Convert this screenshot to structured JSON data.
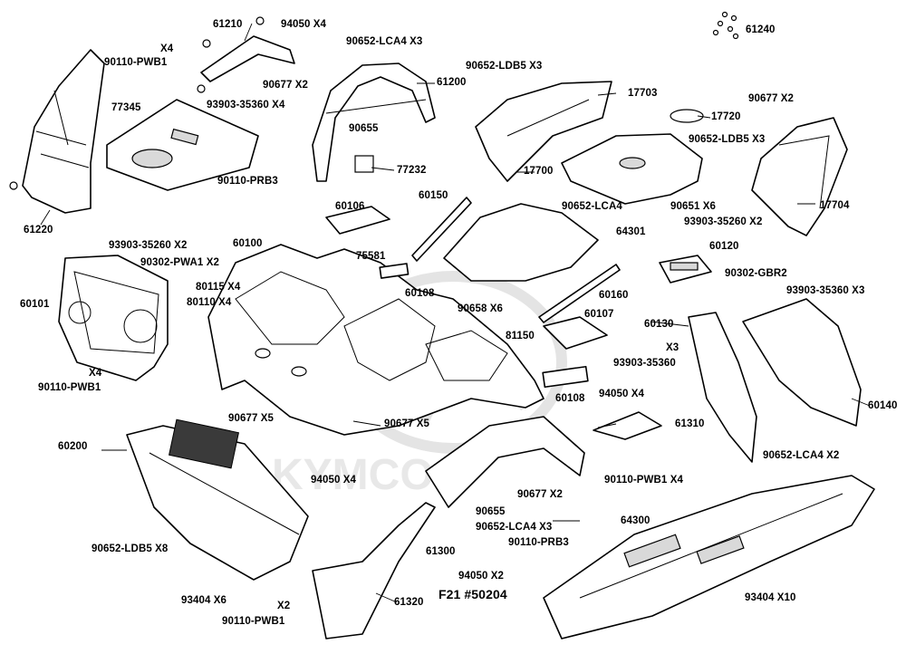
{
  "diagram": {
    "figure_code": "F21 #50204",
    "watermark": "KYMCO",
    "labels": [
      {
        "id": "l61210",
        "text": "61210"
      },
      {
        "id": "l94050a",
        "text": "94050 X4"
      },
      {
        "id": "l61240",
        "text": "61240"
      },
      {
        "id": "lx4a",
        "text": "X4"
      },
      {
        "id": "l90110a",
        "text": "90110-PWB1"
      },
      {
        "id": "l90652lca4a",
        "text": "90652-LCA4 X3"
      },
      {
        "id": "l90652ldb5a",
        "text": "90652-LDB5 X3"
      },
      {
        "id": "l61200",
        "text": "61200"
      },
      {
        "id": "l90677a",
        "text": "90677 X2"
      },
      {
        "id": "l17703",
        "text": "17703"
      },
      {
        "id": "l90677b",
        "text": "90677  X2"
      },
      {
        "id": "l77345",
        "text": "77345"
      },
      {
        "id": "l93903a",
        "text": "93903-35360 X4"
      },
      {
        "id": "l17720",
        "text": "17720"
      },
      {
        "id": "l90655a",
        "text": "90655"
      },
      {
        "id": "l90652ldb5b",
        "text": "90652-LDB5 X3"
      },
      {
        "id": "l77232",
        "text": "77232"
      },
      {
        "id": "l17700",
        "text": "17700"
      },
      {
        "id": "l90110prb3a",
        "text": "90110-PRB3"
      },
      {
        "id": "l90651",
        "text": "90651 X6"
      },
      {
        "id": "l61220",
        "text": "61220"
      },
      {
        "id": "l60150",
        "text": "60150"
      },
      {
        "id": "l17704",
        "text": "17704"
      },
      {
        "id": "l60106",
        "text": "60106"
      },
      {
        "id": "l90652lca4b",
        "text": "90652-LCA4"
      },
      {
        "id": "l93903b",
        "text": "93903-35260 X2"
      },
      {
        "id": "l93903c",
        "text": "93903-35260 X2"
      },
      {
        "id": "l60100",
        "text": "60100"
      },
      {
        "id": "l64301",
        "text": "64301"
      },
      {
        "id": "l60120",
        "text": "60120"
      },
      {
        "id": "l90302pwa1",
        "text": "90302-PWA1 X2"
      },
      {
        "id": "l75581",
        "text": "75581"
      },
      {
        "id": "l90302gbr2",
        "text": "90302-GBR2"
      },
      {
        "id": "l80115",
        "text": "80115 X4"
      },
      {
        "id": "l93903d",
        "text": "93903-35360 X3"
      },
      {
        "id": "l60101",
        "text": "60101"
      },
      {
        "id": "l80110",
        "text": "80110 X4"
      },
      {
        "id": "l60108a",
        "text": "60108"
      },
      {
        "id": "l60160",
        "text": "60160"
      },
      {
        "id": "l90658",
        "text": "90658 X6"
      },
      {
        "id": "l60107",
        "text": "60107"
      },
      {
        "id": "l60130",
        "text": "60130"
      },
      {
        "id": "l81150",
        "text": "81150"
      },
      {
        "id": "lx3a",
        "text": "X3"
      },
      {
        "id": "l93903e",
        "text": "93903-35360"
      },
      {
        "id": "lx4b",
        "text": "X4"
      },
      {
        "id": "l90110b",
        "text": "90110-PWB1"
      },
      {
        "id": "l60108b",
        "text": "60108"
      },
      {
        "id": "l94050b",
        "text": "94050 X4"
      },
      {
        "id": "l60140",
        "text": "60140"
      },
      {
        "id": "l90677c",
        "text": "90677 X5"
      },
      {
        "id": "l90677d",
        "text": "90677 X5"
      },
      {
        "id": "l61310",
        "text": "61310"
      },
      {
        "id": "l60200",
        "text": "60200"
      },
      {
        "id": "l90652lca4c",
        "text": "90652-LCA4 X2"
      },
      {
        "id": "l94050c",
        "text": "94050  X4"
      },
      {
        "id": "l90110c",
        "text": "90110-PWB1 X4"
      },
      {
        "id": "l90677e",
        "text": "90677 X2"
      },
      {
        "id": "l90655b",
        "text": "90655"
      },
      {
        "id": "l90652lca4d",
        "text": "90652-LCA4 X3"
      },
      {
        "id": "l64300",
        "text": "64300"
      },
      {
        "id": "l90652ldb5c",
        "text": "90652-LDB5 X8"
      },
      {
        "id": "l61300",
        "text": "61300"
      },
      {
        "id": "l90110prb3b",
        "text": "90110-PRB3"
      },
      {
        "id": "l94050d",
        "text": "94050  X2"
      },
      {
        "id": "l93404a",
        "text": "93404 X6"
      },
      {
        "id": "l93404b",
        "text": "93404 X10"
      },
      {
        "id": "lx2",
        "text": "X2"
      },
      {
        "id": "l61320",
        "text": "61320"
      },
      {
        "id": "l90110d",
        "text": "90110-PWB1"
      }
    ]
  }
}
